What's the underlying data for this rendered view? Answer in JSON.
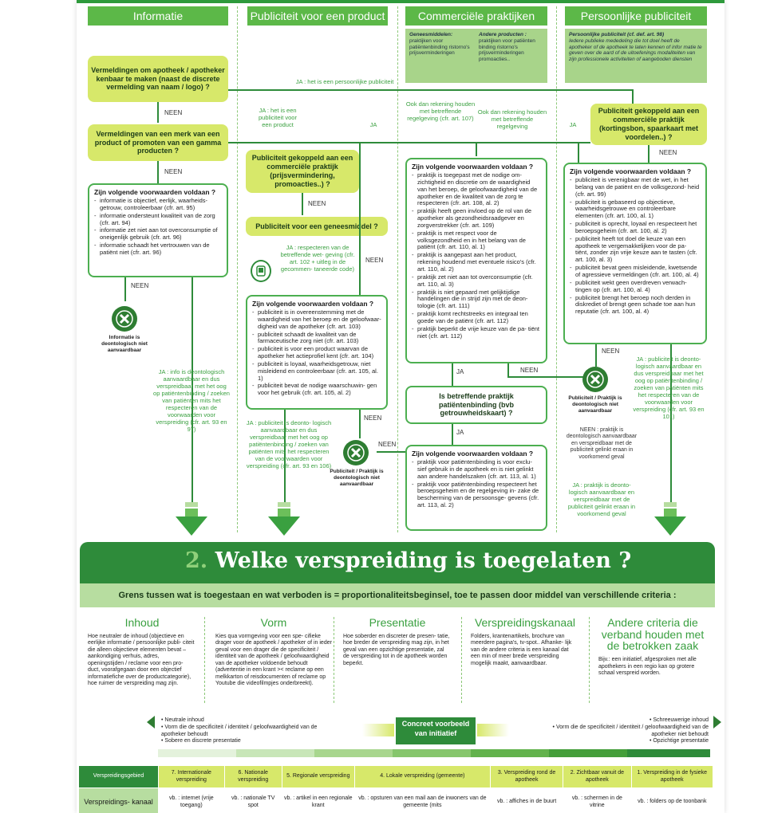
{
  "columns": [
    "Informatie",
    "Publiciteit voor een product",
    "Commerciële praktijken",
    "Persoonlijke publiciteit"
  ],
  "commercial_box": {
    "left_title": "Geneesmiddelen:",
    "left_text": "praktijken voor patiëntenbinding ristorno's prijsverminderingen",
    "right_title": "Andere producten :",
    "right_text": "praktijken voor patiënten binding ristorno's prijsverminderingen promoacties.."
  },
  "personal_box": {
    "title": "Persoonlijke publiciteit  (cf. def. art. 98)",
    "text": "Iedere publieke mededeling die tot doel heeft de apotheker of de apotheek te laten kennen of infor matie te geven over de aard of de uitoefenings modaliteiten van zijn professionele activiteiten of aangeboden diensten"
  },
  "q1": "Vermeldingen om apotheek / apotheker kenbaar te maken (naast de discrete vermelding van naam / logo) ?",
  "q2": "Vermeldingen van een merk van een product of promoten van een gamma producten ?",
  "q3": "Publiciteit gekoppeld aan een commerciële praktijk (prijsvermindering, promoacties..) ?",
  "q4": "Publiciteit voor een geneesmiddel ?",
  "q5": "Publiciteit gekoppeld aan een commerciële praktijk (kortingsbon, spaarkaart met voordelen..) ?",
  "q6": "Is betreffende praktijk patiëntenbinding (bvb getrouwheidskaart) ?",
  "labels": {
    "neen": "NEEN",
    "ja": "JA",
    "ja_persoonlijk": "JA : het is een persoonlijke publiciteit",
    "ja_product": "JA : het is een publiciteit voor een product",
    "rekening1": "Ook dan rekening houden met betreffende regelgeving (cfr. art. 107)",
    "rekening2": "Ook dan rekening houden met betreffende regelgeving",
    "ja_respecteren": "JA : respecteren van de betreffende wet- geving (cfr. art. 102 + uitleg in de gecommen- taneerde code)"
  },
  "box_info": {
    "title": "Zijn volgende voorwaarden voldaan ?",
    "items": [
      "informatie is objectief, eerlijk, waarheids- getrouw, controleerbaar (cfr. art. 95)",
      "informatie ondersteunt kwaliteit van de zorg (cfr. art. 94)",
      "informatie zet niet aan tot overconsumptie of oneigenlijk gebruik (cfr. art. 96)",
      "informatie schaadt het vertrouwen van de patiënt niet (cfr. art. 96)"
    ]
  },
  "box_product": {
    "title": "Zijn volgende voorwaarden voldaan ?",
    "items": [
      "publiciteit is in overeenstemming met de waardigheid van het beroep en de geloofwaar- digheid van de apotheker (cfr. art. 103)",
      "publiciteit schaadt de kwaliteit van de farmaceutische zorg niet (cfr. art. 103)",
      "publiciteit is voor een product waarvan de apotheker het actieprofiel kent (cfr. art. 104)",
      "publiciteit is loyaal, waarheidsgetrouw, niet misleidend en controleerbaar (cfr. art. 105, al. 1)",
      "publiciteit bevat de nodige waarschuwin- gen voor het gebruik (cfr. art. 105, al. 2)"
    ]
  },
  "box_commercial": {
    "title": "Zijn volgende voorwaarden voldaan ?",
    "items": [
      "praktijk is toegepast met de nodige om- zichtigheid en discretie om de waardigheid van het beroep, de geloofwaardigheid van de apotheker en de kwaliteit van de zorg te respecteren (cfr. art. 108, al. 2)",
      "praktijk heeft geen invloed op de rol van de apotheker als gezondheidsraadgever en zorgverstrekker (cfr. art. 109)",
      "praktijk is met respect voor de volksgezondheid en in het belang van de patiënt (cfr. art. 110, al. 1)",
      "praktijk is aangepast aan het product, rekening houdend met eventuele risico's (cfr. art. 110, al. 2)",
      "praktijk zet niet aan tot overconsumptie (cfr. art. 110, al. 3)",
      "praktijk is niet gepaard met gelijktijdige handelingen die in strijd zijn met de deon- tologie (cfr. art. 111)",
      "praktijk komt rechtstreeks en integraal ten goede van de patiënt (cfr. art. 112)",
      "praktijk beperkt de vrije keuze van de pa- tiënt niet (cfr. art. 112)"
    ]
  },
  "box_binding": {
    "title": "Zijn volgende voorwaarden voldaan ?",
    "items": [
      "praktijk voor patiëntenbinding is voor exclu- sief gebruik in de apotheek en is niet gelinkt aan andere handelszaken (cfr. art. 113, al. 1)",
      "praktijk voor patiëntenbinding respecteert het beroepsgeheim en de regelgeving in- zake de bescherming van de persoonsge- gevens (cfr. art. 113, al. 2)"
    ]
  },
  "box_personal": {
    "title": "Zijn volgende voorwaarden voldaan ?",
    "items": [
      "publiciteit is verenigbaar met de wet, in het belang van de patiënt en de volksgezond- heid (cfr. art. 99)",
      "publiciteit is gebaseerd op objectieve, waarheidsgetrouwe en controleerbare elementen (cfr. art. 100, al. 1)",
      "publiciteit is oprecht, loyaal en respecteert het beroepsgeheim (cfr. art. 100, al. 2)",
      "publiciteit heeft tot doel de keuze van een apotheek te vergemakkelijken voor de pa- tiënt, zonder zijn vrije keuze aan te tasten (cfr. art. 100, al. 3)",
      "publiciteit bevat geen misleidende, kwetsende of agressieve vermeldingen (cfr. art. 100, al. 4)",
      "publiciteit wekt geen overdreven verwach- tingen op (cfr. art. 100, al. 4)",
      "publiciteit brengt het beroep noch derden in diskrediet of brengt geen schade toe aan hun reputatie (cfr. art. 100, al. 4)"
    ]
  },
  "x_info": "Informatie is deontologisch niet aanvaardbaar",
  "x_product": "Publiciteit / Praktijk is deontologisch niet aanvaardbaar",
  "x_personal": "Publiciteit / Praktijk is deontologisch niet aanvaardbaar",
  "ja_info": "JA : info is deontologisch aanvaardbaar en dus verspreidbaar met het oog op patiëntenbinding / zoeken van patiënten mits het respecteren van de voorwaarden voor verspreiding (cfr. art. 93 en 97)",
  "ja_product_ok": "JA : publiciteit is deonto- logisch aanvaardbaar en dus verspreidbaar met het oog op patiëntenbinding / zoeken van patiënten mits het respecteren van de voorwaarden voor verspreiding (cfr. art. 93 en 106)",
  "ja_personal_ok": "JA : publiciteit is deonto- logisch aanvaardbaar en dus verspreidbaar met het oog op patiëntenbinding / zoeken van patiënten mits het respecteren van de voorwaarden voor verspreiding (cfr. art. 93 en 101)",
  "neen_binding": "NEEN : praktijk is deontologisch aanvaardbaar en verspreidbaar met de publiciteit gelinkt eraan in voorkomend geval",
  "ja_binding": "JA : praktijk is deonto- logisch aanvaardbaar en verspreidbaar met de publiciteit gelinkt eraan in voorkomend geval",
  "section2": {
    "num": "2.",
    "title": "Welke verspreiding is toegelaten ?",
    "subtitle": "Grens tussen wat is toegestaan en wat verboden is = proportionaliteitsbeginsel, toe te passen door middel van verschillende criteria :"
  },
  "criteria": [
    {
      "h": "Inhoud",
      "b": "Hoe neutraler de inhoud (objectieve en eerlijke informatie / persoonlijke publi- citeit die alleen objectieve elementen bevat – aankondiging verhuis, adres, openingstijden / reclame voor een pro- duct, voorafgegaan door een objectief informatiefiche over de productcategorie), hoe ruimer de verspreiding mag zijn."
    },
    {
      "h": "Vorm",
      "b": "Kies qua vormgeving voor een spe- cifieke drager voor de apotheek / apotheker of in ieder geval voor een drager die de specificiteit / identiteit van de apotheek / geloofwaardigheid van de apotheker voldoende behoudt (advertentie in een krant >< reclame op een melkkarton of reisdocumenten of reclame op Youtube die videofilmpjes onderbreekt)."
    },
    {
      "h": "Presentatie",
      "b": "Hoe soberder en discreter de presen- tatie, hoe breder de verspreiding mag zijn, in het geval van een opzichtige presentatie, zal de verspreiding tot in de apotheek worden beperkt."
    },
    {
      "h": "Verspreidingskanaal",
      "b": "Folders, krantenartikels, brochure van meerdere pagina's, tv-spot.. Afhanke- lijk van de andere criteria is een kanaal dat een min of meer brede verspreiding mogelijk maakt, aanvaardbaar."
    },
    {
      "h": "Andere criteria die verband houden met de betrokken zaak",
      "b": "Bijv.: een initiatief, afgesproken met alle apothekers in een regio kan op grotere schaal verspreid worden."
    }
  ],
  "scale_left": [
    "• Neutrale inhoud",
    "• Vorm die de specificiteit / identiteit / geloofwaardigheid van de apotheker behoudt",
    "• Sobere en discrete presentatie"
  ],
  "scale_right": [
    "• Schreeuwerige inhoud",
    "• Vorm die de specificiteit / identiteit / geloofwaardigheid van de apotheker niet behoudt",
    "• Opzichtige presentatie"
  ],
  "concreet": "Concreet voorbeeld van initiatief",
  "table": {
    "row1_label": "Verspreidingsgebied",
    "row1": [
      "7. Internationale verspreiding",
      "6. Nationale verspreiding",
      "5. Regionale verspreiding",
      "4. Lokale verspreiding (gemeente)",
      "3. Verspreiding rond de apotheek",
      "2. Zichtbaar vanuit de apotheek",
      "1. Verspreiding in de fysieke apotheek"
    ],
    "row2_label": "Verspreidings- kanaal",
    "row2": [
      "vb. : internet (vrije toegang)",
      "vb. : nationale TV spot",
      "vb. : artikel in een regionale krant",
      "vb. : opsturen van een mail aan de inwoners van de gemeente (mits",
      "vb. : affiches in de buurt",
      "vb. : schermen in de vitrine",
      "vb. : folders op de toonbank"
    ]
  },
  "colors": {
    "accent": "#2e8b3a",
    "light": "#d7e86a",
    "mid": "#5cb848"
  }
}
